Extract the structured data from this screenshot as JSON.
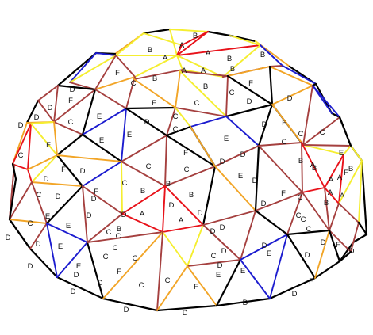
{
  "colors": {
    "A": "#e8121a",
    "B": "#f5ee30",
    "C": "#a5403f",
    "D": "#000000",
    "E": "#1c1ccf",
    "F": "#f2a527",
    "background": "#ffffff"
  },
  "strut_label_set": [
    "A",
    "B",
    "C",
    "D",
    "E",
    "F"
  ],
  "labels": [
    {
      "id": "l01",
      "text": "B"
    },
    {
      "id": "l02",
      "text": "A"
    },
    {
      "id": "l03",
      "text": "B"
    },
    {
      "id": "l04",
      "text": "A"
    },
    {
      "id": "l05",
      "text": "A"
    },
    {
      "id": "l06",
      "text": "B"
    },
    {
      "id": "l07",
      "text": "B"
    },
    {
      "id": "l08",
      "text": "A"
    },
    {
      "id": "l09",
      "text": "A"
    },
    {
      "id": "l10",
      "text": "B"
    },
    {
      "id": "l11",
      "text": "F"
    },
    {
      "id": "l12",
      "text": "B"
    },
    {
      "id": "l13",
      "text": "B"
    },
    {
      "id": "l14",
      "text": "F"
    },
    {
      "id": "l15",
      "text": "C"
    },
    {
      "id": "l16",
      "text": "C"
    },
    {
      "id": "l17",
      "text": "F"
    },
    {
      "id": "l18",
      "text": "D"
    },
    {
      "id": "l19",
      "text": "F"
    },
    {
      "id": "l20",
      "text": "C"
    },
    {
      "id": "l21",
      "text": "C"
    },
    {
      "id": "l22",
      "text": "D"
    },
    {
      "id": "l23",
      "text": "D"
    },
    {
      "id": "l24",
      "text": "E"
    },
    {
      "id": "l25",
      "text": "D"
    },
    {
      "id": "l26",
      "text": "D"
    },
    {
      "id": "l27",
      "text": "D"
    },
    {
      "id": "l28",
      "text": "D"
    },
    {
      "id": "l29",
      "text": "F"
    },
    {
      "id": "l30",
      "text": "C"
    },
    {
      "id": "l31",
      "text": "C"
    },
    {
      "id": "l32",
      "text": "C"
    },
    {
      "id": "l33",
      "text": "D"
    },
    {
      "id": "l34",
      "text": "F"
    },
    {
      "id": "l35",
      "text": "C"
    },
    {
      "id": "l36",
      "text": "E"
    },
    {
      "id": "l37",
      "text": "E"
    },
    {
      "id": "l38",
      "text": "C"
    },
    {
      "id": "l39",
      "text": "F"
    },
    {
      "id": "l40",
      "text": "C"
    },
    {
      "id": "l41",
      "text": "B"
    },
    {
      "id": "l42",
      "text": "F"
    },
    {
      "id": "l43",
      "text": "D"
    },
    {
      "id": "l44",
      "text": "E"
    },
    {
      "id": "l45",
      "text": "E"
    },
    {
      "id": "l46",
      "text": "D"
    },
    {
      "id": "l47",
      "text": "C"
    },
    {
      "id": "l48",
      "text": "C"
    },
    {
      "id": "l49",
      "text": "D"
    },
    {
      "id": "l50",
      "text": "A"
    },
    {
      "id": "l51",
      "text": "B"
    },
    {
      "id": "l52",
      "text": "F"
    },
    {
      "id": "l53",
      "text": "D"
    },
    {
      "id": "l54",
      "text": "C"
    },
    {
      "id": "l55",
      "text": "D"
    },
    {
      "id": "l56",
      "text": "D"
    },
    {
      "id": "l57",
      "text": "D"
    },
    {
      "id": "l58",
      "text": "F"
    },
    {
      "id": "l59",
      "text": "C"
    },
    {
      "id": "l60",
      "text": "D"
    },
    {
      "id": "l61",
      "text": "C"
    },
    {
      "id": "l62",
      "text": "D"
    },
    {
      "id": "l63",
      "text": "C"
    },
    {
      "id": "l64",
      "text": "B"
    },
    {
      "id": "l65",
      "text": "A"
    },
    {
      "id": "l66",
      "text": "A"
    },
    {
      "id": "l67",
      "text": "B"
    },
    {
      "id": "l68",
      "text": "F"
    },
    {
      "id": "l69",
      "text": "E"
    },
    {
      "id": "l70",
      "text": "D"
    },
    {
      "id": "l71",
      "text": "D"
    },
    {
      "id": "l72",
      "text": "D"
    },
    {
      "id": "l73",
      "text": "C"
    },
    {
      "id": "l74",
      "text": "A"
    },
    {
      "id": "l75",
      "text": "A"
    },
    {
      "id": "l76",
      "text": "B"
    },
    {
      "id": "l77",
      "text": "B"
    },
    {
      "id": "l78",
      "text": "A"
    },
    {
      "id": "l79",
      "text": "A"
    },
    {
      "id": "l80",
      "text": "B"
    },
    {
      "id": "l81",
      "text": "C"
    },
    {
      "id": "l82",
      "text": "E"
    },
    {
      "id": "l83",
      "text": "E"
    },
    {
      "id": "l84",
      "text": "D"
    },
    {
      "id": "l85",
      "text": "C"
    },
    {
      "id": "l86",
      "text": "C"
    },
    {
      "id": "l87",
      "text": "B"
    },
    {
      "id": "l88",
      "text": "C"
    },
    {
      "id": "l89",
      "text": "C"
    },
    {
      "id": "l90",
      "text": "C"
    },
    {
      "id": "l91",
      "text": "F"
    },
    {
      "id": "l92",
      "text": "D"
    },
    {
      "id": "l93",
      "text": "D"
    },
    {
      "id": "l94",
      "text": "D"
    },
    {
      "id": "l95",
      "text": "D"
    },
    {
      "id": "l96",
      "text": "D"
    },
    {
      "id": "l97",
      "text": "D"
    },
    {
      "id": "l98",
      "text": "D"
    },
    {
      "id": "l99",
      "text": "D"
    },
    {
      "id": "m01",
      "text": "C"
    },
    {
      "id": "m02",
      "text": "F"
    },
    {
      "id": "m03",
      "text": "D"
    },
    {
      "id": "m04",
      "text": "D"
    },
    {
      "id": "m05",
      "text": "E"
    },
    {
      "id": "m06",
      "text": "E"
    },
    {
      "id": "m07",
      "text": "D"
    },
    {
      "id": "m08",
      "text": "C"
    },
    {
      "id": "m09",
      "text": "D"
    },
    {
      "id": "m10",
      "text": "E"
    },
    {
      "id": "m11",
      "text": "E"
    },
    {
      "id": "m12",
      "text": "D"
    },
    {
      "id": "m13",
      "text": "E"
    },
    {
      "id": "m14",
      "text": "F"
    },
    {
      "id": "m15",
      "text": "D"
    },
    {
      "id": "m16",
      "text": "D"
    },
    {
      "id": "m17",
      "text": "C"
    },
    {
      "id": "m18",
      "text": "F"
    },
    {
      "id": "m19",
      "text": "D"
    },
    {
      "id": "m20",
      "text": "C"
    },
    {
      "id": "m21",
      "text": "D"
    }
  ]
}
